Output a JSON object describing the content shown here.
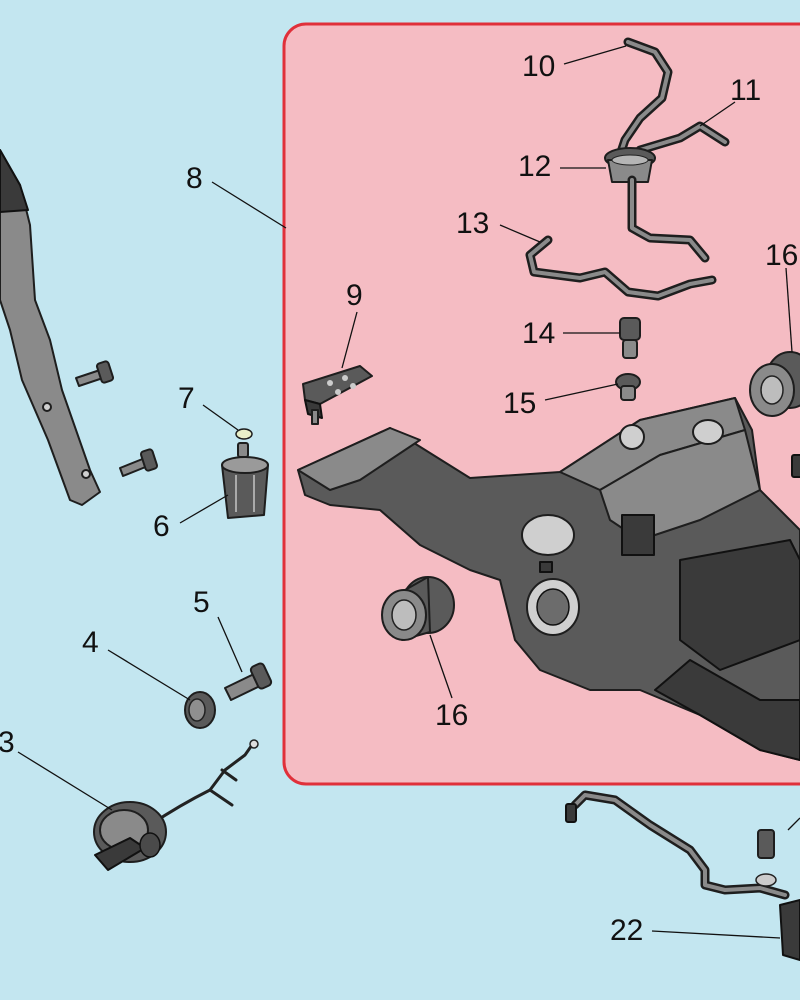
{
  "colors": {
    "background": "#c3e6f0",
    "highlight_fill": "#f5bcc3",
    "highlight_border": "#e0303a",
    "part_fill": "#5a5a5a",
    "part_outline": "#1e1e1e"
  },
  "callouts": {
    "n3": "3",
    "n4": "4",
    "n5": "5",
    "n6": "6",
    "n7": "7",
    "n8": "8",
    "n9": "9",
    "n10": "10",
    "n11": "11",
    "n12": "12",
    "n13": "13",
    "n14": "14",
    "n15": "15",
    "n16a": "16",
    "n16b": "16",
    "n22": "22"
  }
}
